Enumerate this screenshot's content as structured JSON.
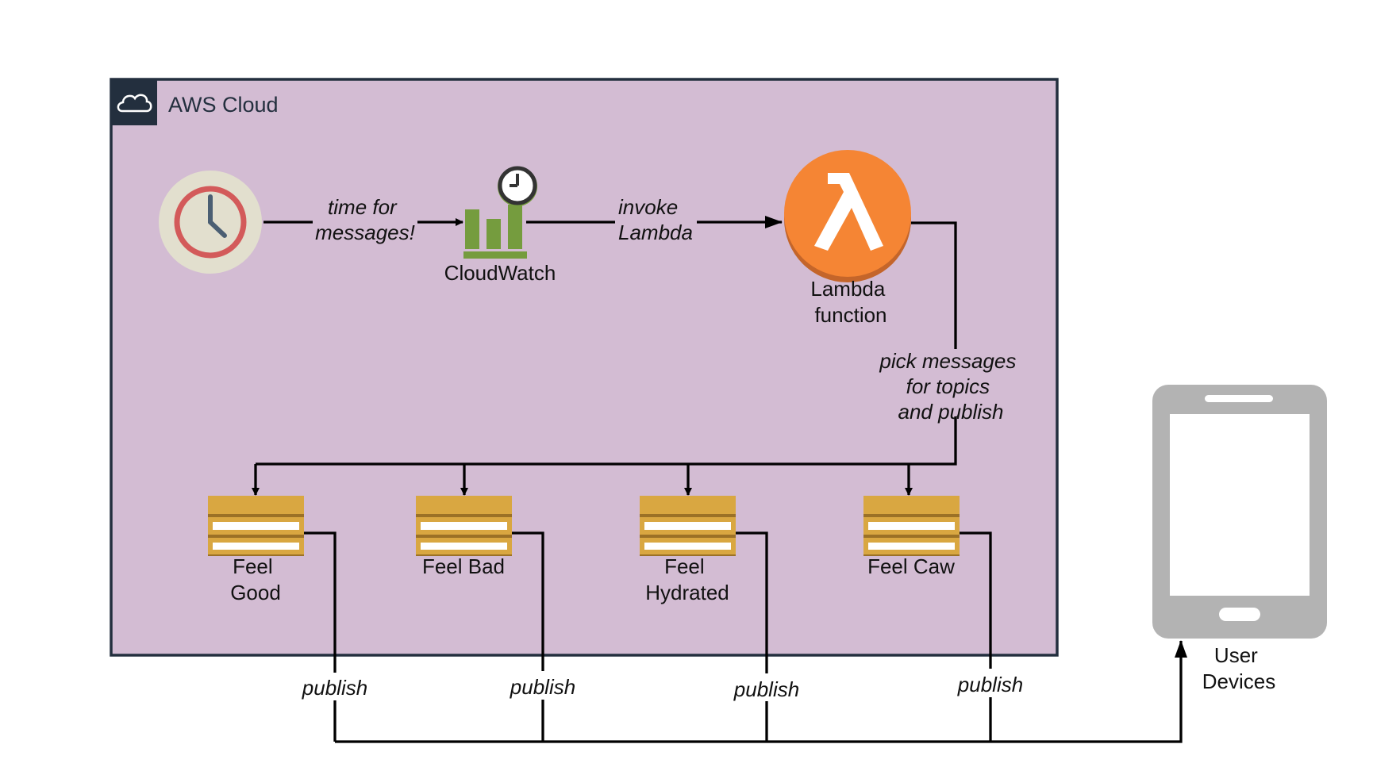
{
  "cloud": {
    "title": "AWS Cloud",
    "fill": "#d3bcd3",
    "border": "#232f3e",
    "icon": "cloud-icon"
  },
  "nodes": {
    "schedule": {
      "icon": "clock-icon"
    },
    "cloudwatch": {
      "icon": "cloudwatch-icon",
      "label": "CloudWatch"
    },
    "lambda": {
      "icon": "lambda-icon",
      "label_line1": "Lambda",
      "label_line2": "function",
      "color": "#f58534"
    },
    "topics": [
      {
        "icon": "sns-topic-icon",
        "label_line1": "Feel",
        "label_line2": "Good"
      },
      {
        "icon": "sns-topic-icon",
        "label_line1": "Feel Bad",
        "label_line2": ""
      },
      {
        "icon": "sns-topic-icon",
        "label_line1": "Feel",
        "label_line2": "Hydrated"
      },
      {
        "icon": "sns-topic-icon",
        "label_line1": "Feel Caw",
        "label_line2": ""
      }
    ],
    "devices": {
      "icon": "mobile-phone-icon",
      "label_line1": "User",
      "label_line2": "Devices"
    }
  },
  "edges": {
    "time_for_messages": {
      "line1": "time for",
      "line2": "messages!"
    },
    "invoke_lambda": {
      "line1": "invoke",
      "line2": "Lambda"
    },
    "pick_messages": {
      "line1": "pick messages",
      "line2": "for topics",
      "line3": "and publish"
    },
    "publish": [
      "publish",
      "publish",
      "publish",
      "publish"
    ]
  },
  "colors": {
    "clock_bg": "#e2dfce",
    "clock_ring": "#d35a5a",
    "clock_hands": "#4b5f73",
    "cloudwatch_green": "#759c3e",
    "topic_gold": "#d9a741",
    "topic_dark": "#9b7126",
    "device_gray": "#b3b3b3"
  }
}
